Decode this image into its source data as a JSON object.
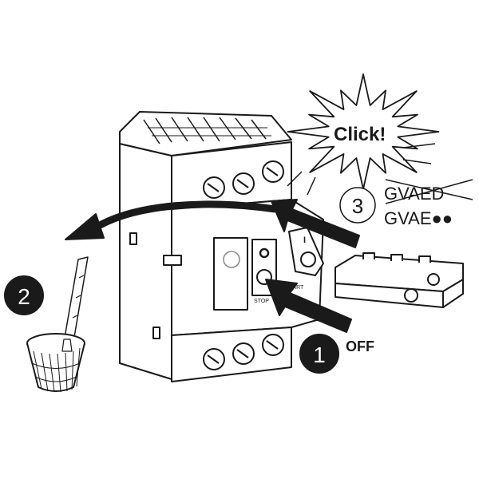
{
  "callout_click": "Click!",
  "step1": {
    "number": "1",
    "label": "OFF"
  },
  "step2": {
    "number": "2"
  },
  "step3": {
    "number": "3",
    "old_ref": "GVAED",
    "new_ref": "GVAE●●"
  },
  "button_labels": {
    "stop": "STOP",
    "start": "START",
    "on_mark": "I"
  },
  "colors": {
    "ink": "#1a1a1a",
    "fill": "#ffffff",
    "shade": "#e6e6e6"
  }
}
